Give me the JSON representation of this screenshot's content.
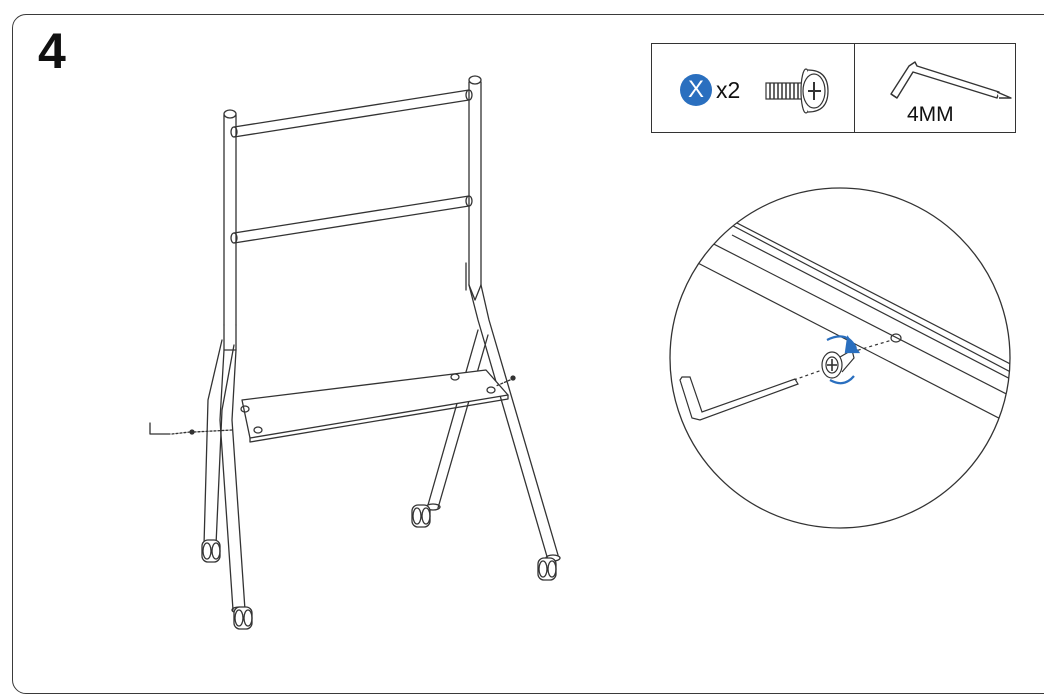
{
  "step": {
    "number": "4"
  },
  "parts": {
    "screw": {
      "letter": "X",
      "quantity": "x2",
      "badge_color": "#2a6fbf",
      "icon": "screw-icon"
    },
    "tool": {
      "size": "4MM",
      "icon": "hex-key-icon"
    }
  },
  "colors": {
    "line": "#333333",
    "accent": "#2a6fbf"
  }
}
